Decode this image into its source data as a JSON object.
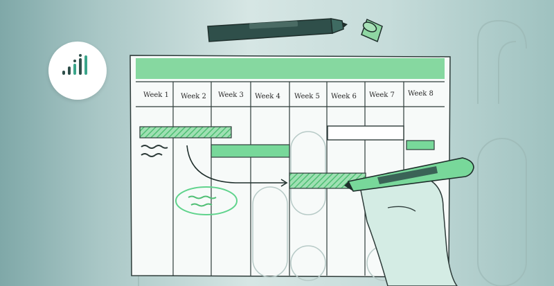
{
  "weeks": [
    "Week 1",
    "Week 2",
    "Week 3",
    "Week 4",
    "Week 5",
    "Week 6",
    "Week 7",
    "Week 8"
  ],
  "colors": {
    "accent_green": "#5fd38c",
    "header_green": "#86d8a0",
    "dark_teal": "#2f4f4a",
    "ink": "#1e2e2b"
  },
  "icons": [
    "logo-bar-chart-icon",
    "marker-icon",
    "marker-cap-icon",
    "hand-holding-marker"
  ]
}
